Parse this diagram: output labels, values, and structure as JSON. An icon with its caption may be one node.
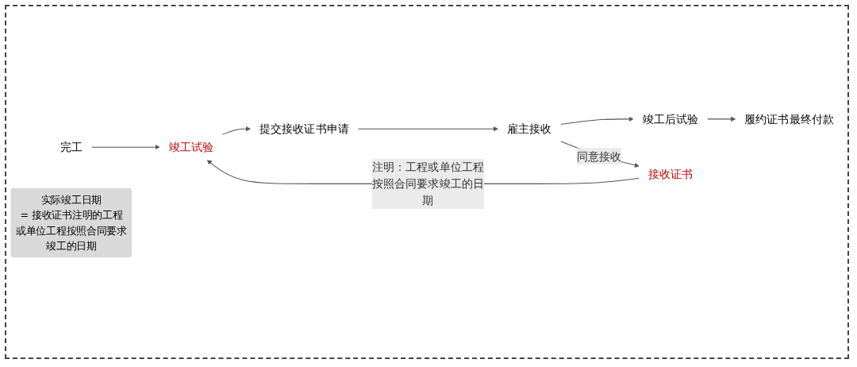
{
  "diagram": {
    "nodes": [
      {
        "text": [
          "完工"
        ]
      },
      {
        "text": [
          "竣工试验"
        ]
      },
      {
        "text": [
          "提交接收证书申请"
        ]
      },
      {
        "text": [
          "雇主接收"
        ]
      },
      {
        "text": [
          "竣工后试验"
        ]
      },
      {
        "text": [
          "履约证书最终付款"
        ]
      },
      {
        "text": [
          "接收证书"
        ]
      },
      {
        "text": [
          "实际竣工日期",
          "= 接收证书注明的工程或单位工程按照合同要求竣工的日期"
        ]
      }
    ],
    "edges": [
      {
        "from": 0,
        "to": 1,
        "arrow": "to"
      },
      {
        "from": 1,
        "to": 2,
        "arrow": "to"
      },
      {
        "from": 2,
        "to": 3,
        "arrow": "to"
      },
      {
        "from": 3,
        "to": 4,
        "arrow": "to"
      },
      {
        "from": 4,
        "to": 5,
        "arrow": "to"
      },
      {
        "from": 3,
        "to": 6,
        "arrow": "to",
        "label": "同意接收"
      },
      {
        "from": 6,
        "to": 1,
        "arrow": "to",
        "label": "注明：工程或单位工程按照合同要求竣工的日期"
      }
    ]
  }
}
